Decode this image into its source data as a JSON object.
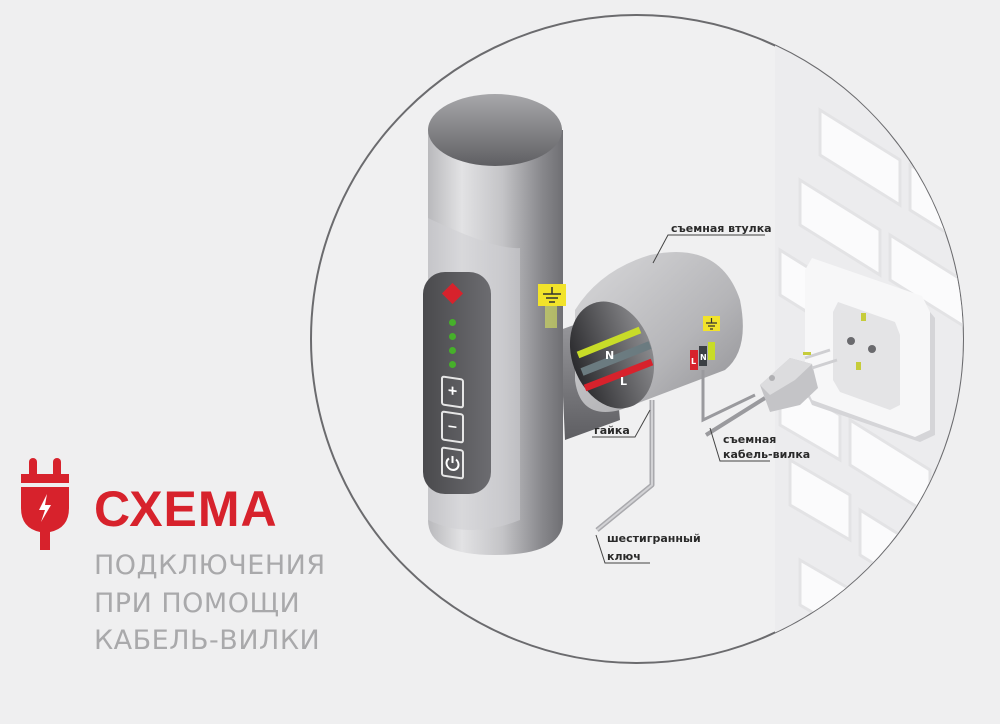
{
  "branding": {
    "heading": "СХЕМА",
    "subtitle_lines": [
      "ПОДКЛЮЧЕНИЯ",
      "ПРИ ПОМОЩИ",
      "КАБЕЛЬ-ВИЛКИ"
    ],
    "icon": "electric-plug-icon",
    "accent_color": "#d7222c",
    "subtitle_color": "#a9a9ab"
  },
  "diagram": {
    "background_color": "#efeff0",
    "circle_stroke_color": "#6b6b6e",
    "control_panel": {
      "logo_icon": "diamond-logo-icon",
      "indicator_leds": 4,
      "led_color": "#46b02a",
      "buttons": [
        {
          "name": "plus",
          "label": "+"
        },
        {
          "name": "minus",
          "label": "–"
        },
        {
          "name": "power",
          "label": "power-icon"
        }
      ]
    },
    "wire_labels": {
      "neutral": "N",
      "live": "L",
      "ground_symbol": "ground-icon"
    },
    "terminal_labels": [
      "L",
      "N"
    ],
    "wire_colors": {
      "ground": "#c8dc28",
      "neutral": "#6b7b80",
      "live": "#d7222c"
    },
    "callouts": {
      "sleeve": "съемная втулка",
      "nut": "гайка",
      "cable_plug_line1": "съемная",
      "cable_plug_line2": "кабель-вилка",
      "hex_key_line1": "шестигранный",
      "hex_key_line2": "ключ"
    }
  }
}
